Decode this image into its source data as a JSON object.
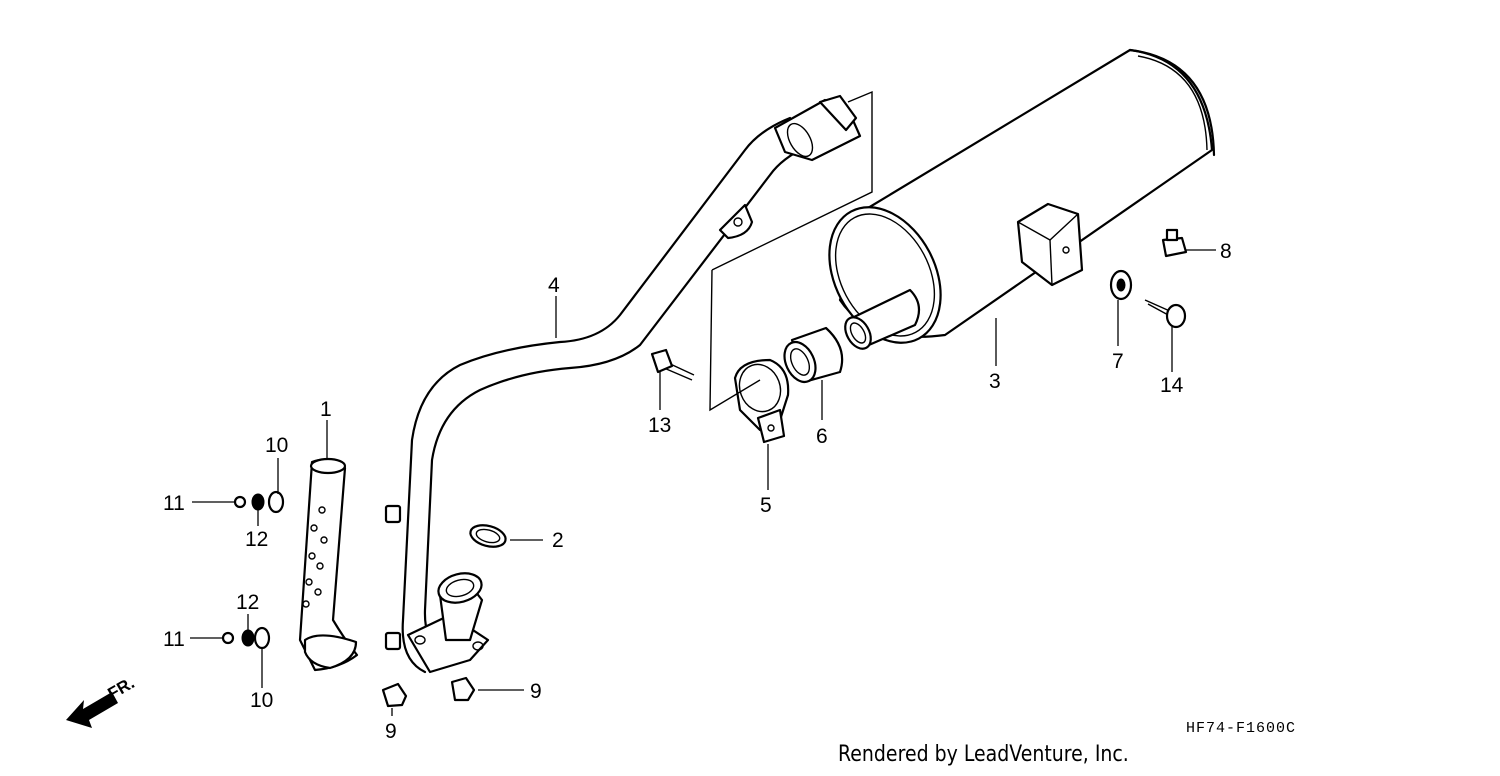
{
  "callouts": [
    {
      "id": "c1a",
      "label": "1"
    },
    {
      "id": "c2",
      "label": "2"
    },
    {
      "id": "c3",
      "label": "3"
    },
    {
      "id": "c4",
      "label": "4"
    },
    {
      "id": "c5",
      "label": "5"
    },
    {
      "id": "c6",
      "label": "6"
    },
    {
      "id": "c7",
      "label": "7"
    },
    {
      "id": "c8",
      "label": "8"
    },
    {
      "id": "c9a",
      "label": "9"
    },
    {
      "id": "c9b",
      "label": "9"
    },
    {
      "id": "c10a",
      "label": "10"
    },
    {
      "id": "c10b",
      "label": "10"
    },
    {
      "id": "c11a",
      "label": "11"
    },
    {
      "id": "c11b",
      "label": "11"
    },
    {
      "id": "c12a",
      "label": "12"
    },
    {
      "id": "c12b",
      "label": "12"
    },
    {
      "id": "c13",
      "label": "13"
    },
    {
      "id": "c14",
      "label": "14"
    }
  ],
  "front_indicator": "FR.",
  "diagram_code": "HF74-F1600C",
  "credit": "Rendered by LeadVenture, Inc."
}
